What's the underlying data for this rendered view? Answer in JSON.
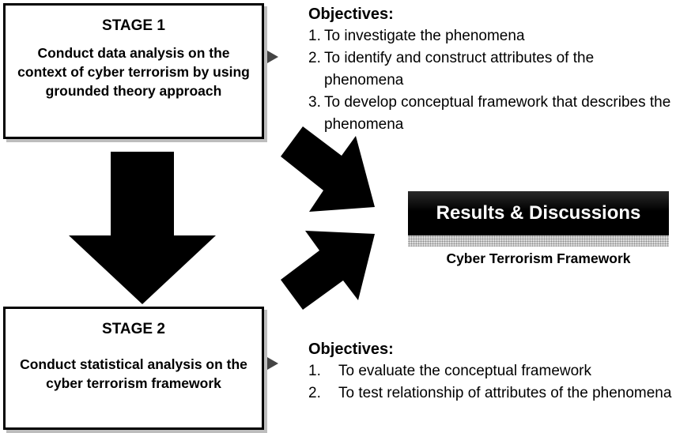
{
  "stage1": {
    "title": "STAGE 1",
    "description": "Conduct data analysis on the context of cyber terrorism by using grounded theory approach"
  },
  "stage1_objectives": {
    "heading": "Objectives:",
    "items": [
      {
        "number": "1.",
        "text": "To investigate the phenomena"
      },
      {
        "number": "2.",
        "text": "To identify and construct attributes of the phenomena"
      },
      {
        "number": "3.",
        "text": "To develop conceptual framework that describes the phenomena"
      }
    ]
  },
  "stage2": {
    "title": "STAGE 2",
    "description": "Conduct statistical analysis on the cyber terrorism framework"
  },
  "stage2_objectives": {
    "heading": "Objectives:",
    "items": [
      {
        "number": "1.",
        "text": "To evaluate the conceptual framework"
      },
      {
        "number": "2.",
        "text": "To test relationship of attributes of the phenomena"
      }
    ]
  },
  "results": {
    "title": "Results & Discussions",
    "subtitle": "Cyber Terrorism Framework"
  },
  "colors": {
    "arrow": "#000000",
    "results_background": "#000000",
    "results_text": "#ffffff",
    "pointer": "#444444"
  }
}
